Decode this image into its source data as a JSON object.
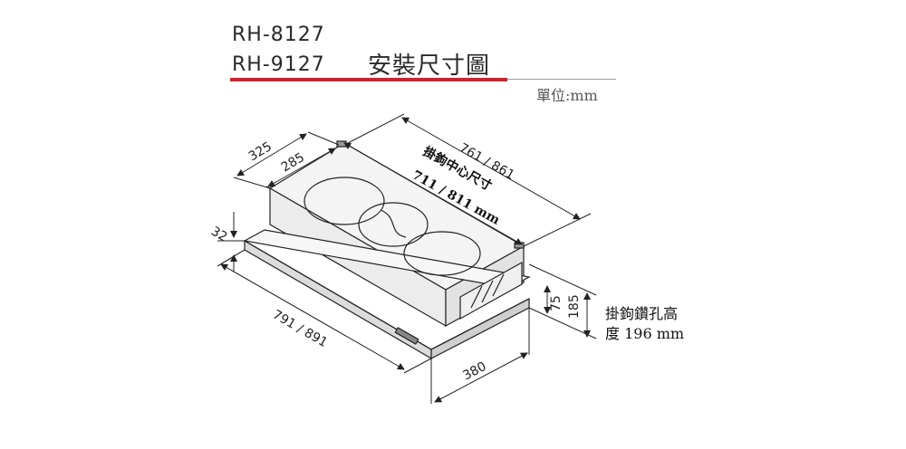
{
  "header": {
    "model_1": "RH-8127",
    "model_2": "RH-9127",
    "title": "安裝尺寸圖",
    "unit": "單位:mm"
  },
  "dimensions": {
    "top_length": "761 / 861",
    "hook_center_label": "掛鉤中心尺寸",
    "hook_center_value": "711 / 811 mm",
    "depth_outer": "325",
    "depth_inner": "285",
    "panel_thickness": "32",
    "front_length": "791 / 891",
    "side_depth": "380",
    "side_height_inner": "75",
    "side_height_outer": "185"
  },
  "hook_note": {
    "line_1": "掛鉤鑽孔高",
    "line_2": "度 196 mm"
  },
  "colors": {
    "accent_rule": "#d2202f",
    "line": "#222222"
  }
}
